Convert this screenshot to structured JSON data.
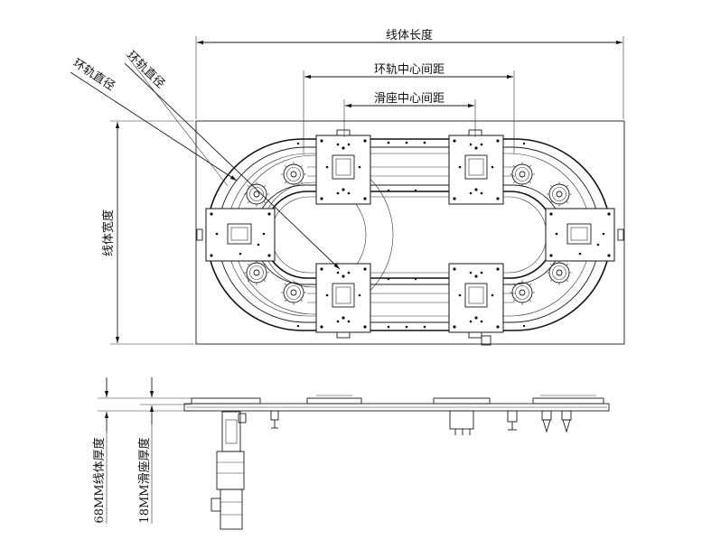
{
  "dimensions": {
    "line_length": "线体长度",
    "ring_center_distance": "环轨中心间距",
    "slide_center_distance": "滑座中心间距",
    "ring_diameter_1": "环轨直径",
    "ring_diameter_2": "环轨直径",
    "line_width": "线体宽度",
    "line_thickness": "68MM线体厚度",
    "slide_thickness": "18MM滑座厚度"
  }
}
